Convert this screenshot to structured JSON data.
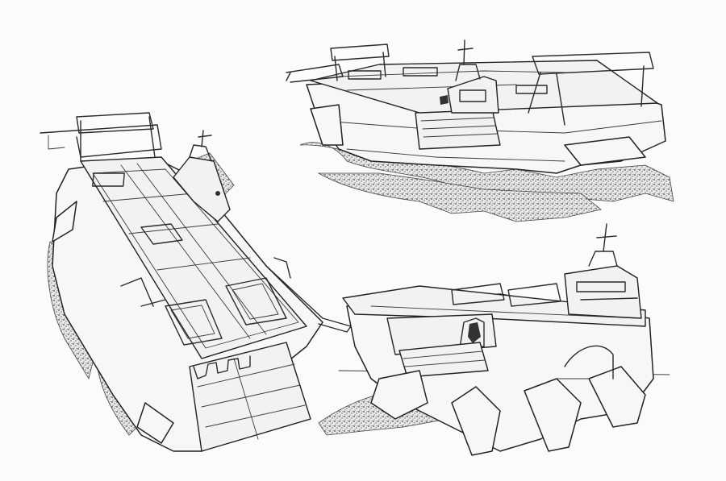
{
  "artwork": {
    "kind": "line-art-sheet",
    "views": [
      {
        "id": "top-perspective",
        "region": "left"
      },
      {
        "id": "side-perspective",
        "region": "top-right"
      },
      {
        "id": "low-perspective",
        "region": "bottom-right"
      }
    ],
    "colors": {
      "paper": "#fbfbfb",
      "ink": "#2a2a2a",
      "shade": "#555555"
    }
  }
}
